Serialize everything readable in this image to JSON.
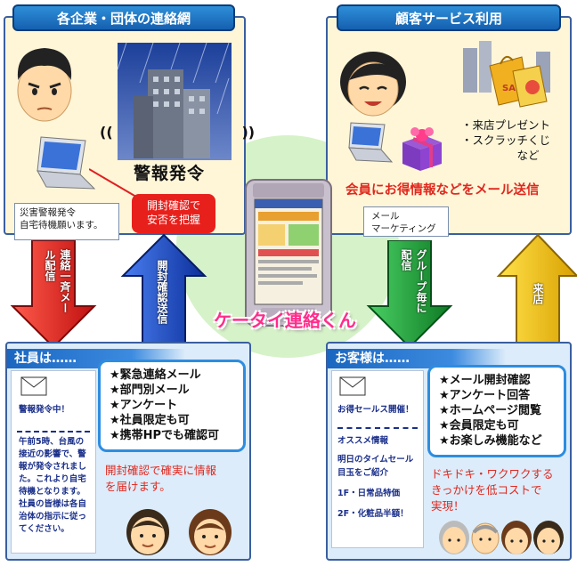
{
  "left_panel": {
    "title": "各企業・団体の連絡網",
    "alert": "警報発令",
    "note": "災害警報発令\n自宅待機願います。",
    "callout": "開封確認で\n安否を把握"
  },
  "right_panel": {
    "title": "顧客サービス利用",
    "bullets": "・来店プレゼント\n・スクラッチくじ\n　　　　　など",
    "headline": "会員にお得情報などをメール送信",
    "note": "メール\nマーケティング"
  },
  "arrows": {
    "left_down": "連絡一斉メール配信",
    "left_up": "開封確認送信",
    "right_down": "グループ毎に配信",
    "right_up": "来店"
  },
  "center": {
    "product_name": "ケータイ連絡くん"
  },
  "employees": {
    "title": "社員は……",
    "mail_subject": "警報発令中！",
    "mail_body": "午前5時、台風の接近の影響で、警報が発令されました。これより自宅待機となります。社員の皆様は各自治体の指示に従ってください。",
    "features": [
      "★緊急連絡メール",
      "★部門別メール",
      "★アンケート",
      "★社員限定も可",
      "★携帯HPでも確認可"
    ],
    "description": "開封確認で確実に情報\nを届けます。"
  },
  "customers": {
    "title": "お客様は……",
    "mail_subject": "お得セールス開催！",
    "mail_lines": [
      "オススメ情報",
      "明日のタイムセール目玉をご紹介",
      "1F・日常品特価",
      "2F・化粧品半額！"
    ],
    "features": [
      "★メール開封確認",
      "★アンケート回答",
      "★ホームページ閲覧",
      "★会員限定も可",
      "★お楽しみ機能など"
    ],
    "description": "ドキドキ・ワクワクする\nきっかけを低コストで\n実現！"
  },
  "colors": {
    "panel_border": "#3a5fa0",
    "title_blue": "#1560b0",
    "arrow_red": "#e02020",
    "arrow_blue": "#1f4fc8",
    "arrow_green": "#1ea03a",
    "arrow_yellow": "#f0c000",
    "accent_red": "#e0281e"
  }
}
